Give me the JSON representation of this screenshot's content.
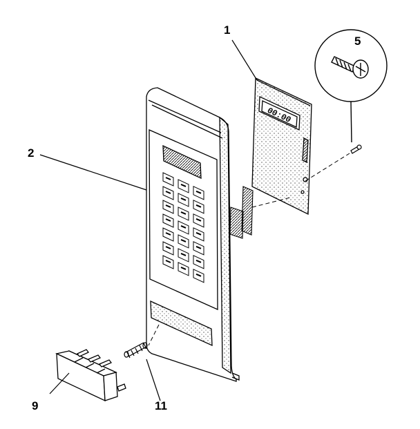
{
  "callouts": {
    "control_board": "1",
    "control_panel": "2",
    "screw": "5",
    "button_cover": "9",
    "spring": "11"
  },
  "display": {
    "digits": "00:00"
  },
  "colors": {
    "line": "#000000",
    "background": "#ffffff"
  }
}
